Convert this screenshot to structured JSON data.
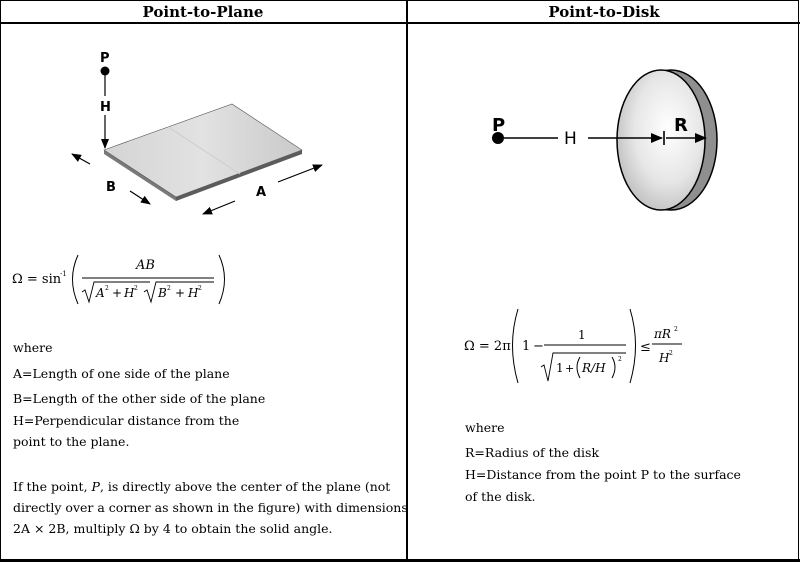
{
  "left": {
    "title": "Point-to-Plane",
    "figure": {
      "label_p": "P",
      "label_h": "H",
      "label_a": "A",
      "label_b": "B"
    },
    "formula": {
      "lhs": "Ω = sin",
      "inverse": "-1",
      "numerator": "AB",
      "sq_a": "A",
      "sq_h": "H",
      "sq_b": "B",
      "exp": "2",
      "plus": "+"
    },
    "where": "where",
    "def_a": "A=Length of one side of the plane",
    "def_b": "B=Length of the other side of the plane",
    "def_h1": "H=Perpendicular distance from the",
    "def_h2": "point to the plane.",
    "note1_pre": "If the point, ",
    "note1_var": "P",
    "note1_post": ", is directly above the center of the plane (not",
    "note2": "directly over a corner as shown in the figure) with dimensions",
    "note3": "2A × 2B, multiply Ω by 4 to obtain the solid angle."
  },
  "right": {
    "title": "Point-to-Disk",
    "figure": {
      "label_p": "P",
      "label_h": "H",
      "label_r": "R"
    },
    "formula": {
      "lhs": "Ω = 2π",
      "one": "1",
      "minus": "−",
      "numerator": "1",
      "inner_one": "1",
      "plus": "+",
      "ratio": "R/H",
      "exp": "2",
      "leq": "≤",
      "rhs_num": "πR",
      "rhs_den": "H"
    },
    "where": "where",
    "def_r": "R=Radius of the disk",
    "def_h1": "H=Distance from the point P to the surface",
    "def_h2": "of the disk."
  }
}
